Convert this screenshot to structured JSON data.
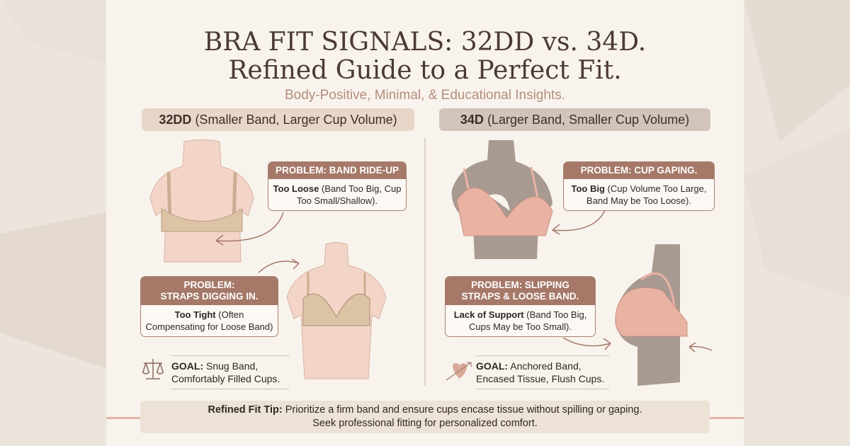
{
  "title_line1": "BRA FIT SIGNALS: 32DD vs. 34D.",
  "title_line2": "Refined Guide to a Perfect Fit.",
  "subtitle": "Body-Positive, Minimal, & Educational Insights.",
  "left": {
    "size": "32DD",
    "size_desc": "(Smaller Band, Larger Cup Volume)",
    "problems": [
      {
        "header": "PROBLEM: BAND RIDE-UP",
        "bold": "Too Loose",
        "text": "(Band Too Big, Cup Too Small/Shallow)."
      },
      {
        "header_l1": "PROBLEM:",
        "header_l2": "STRAPS DIGGING IN.",
        "bold": "Too Tight",
        "text": "(Often Compensating for Loose Band)"
      }
    ],
    "goal_label": "GOAL:",
    "goal_text": "Snug Band, Comfortably Filled Cups.",
    "goal_icon": "balance-scale-icon"
  },
  "right": {
    "size": "34D",
    "size_desc": "(Larger Band, Smaller Cup Volume)",
    "problems": [
      {
        "header": "PROBLEM: CUP GAPING.",
        "bold": "Too Big",
        "text": "(Cup Volume Too Large, Band May be Too Loose)."
      },
      {
        "header_l1": "PROBLEM: SLIPPING",
        "header_l2": "STRAPS & LOOSE BAND.",
        "bold": "Lack of Support",
        "text": "(Band Too Big, Cups May be Too Small)."
      }
    ],
    "goal_label": "GOAL:",
    "goal_text": "Anchored Band, Encased Tissue, Flush Cups.",
    "goal_icon": "heart-arrow-icon"
  },
  "tip": {
    "label": "Refined Fit Tip:",
    "text": "Prioritize a firm band and ensure cups encase tissue without spilling or gaping. Seek professional fitting for personalized comfort."
  },
  "colors": {
    "accent": "#a57868",
    "skin_light": "#f3d5c8",
    "skin_dark": "#a89a90",
    "bra_nude": "#dcc3a5",
    "bra_pink": "#e9b3a4"
  }
}
